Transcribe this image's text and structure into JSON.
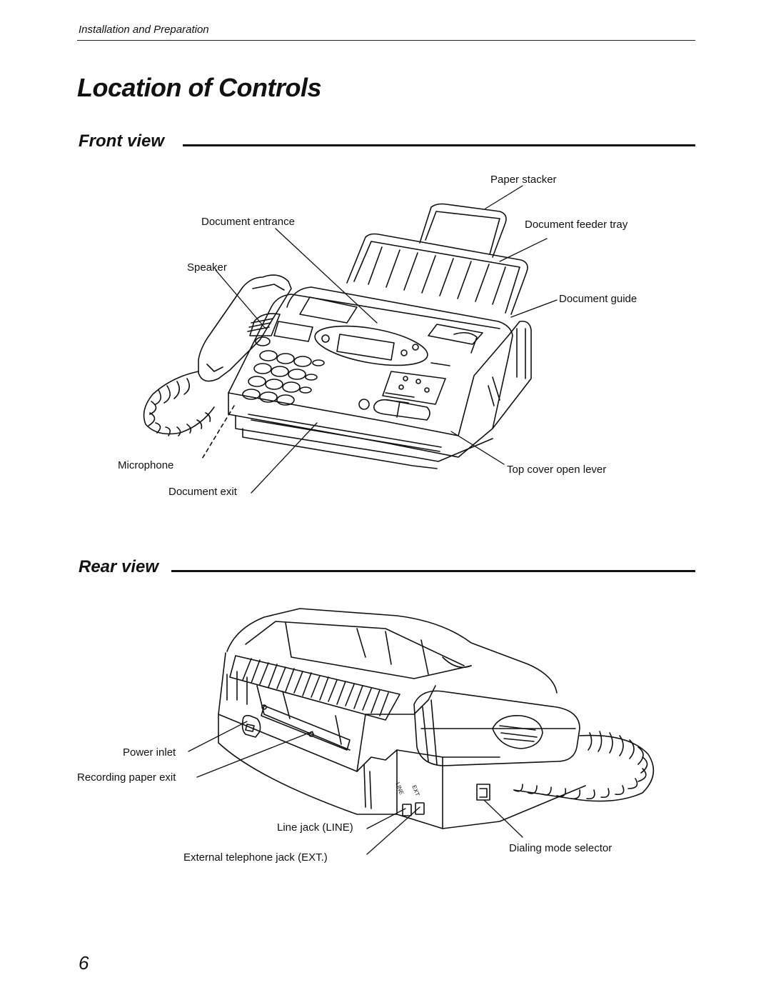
{
  "header": {
    "section_title": "Installation and Preparation"
  },
  "page_title": "Location of Controls",
  "front_view": {
    "heading": "Front view",
    "labels": {
      "paper_stacker": "Paper stacker",
      "document_entrance": "Document entrance",
      "document_feeder_tray": "Document feeder tray",
      "speaker": "Speaker",
      "document_guide": "Document guide",
      "microphone": "Microphone",
      "top_cover_open_lever": "Top cover open lever",
      "document_exit": "Document exit"
    }
  },
  "rear_view": {
    "heading": "Rear view",
    "labels": {
      "power_inlet": "Power inlet",
      "recording_paper_exit": "Recording paper exit",
      "line_jack": "Line jack (LINE)",
      "external_telephone_jack": "External telephone jack (EXT.)",
      "dialing_mode_selector": "Dialing mode selector",
      "jack_line_marking": "LINE",
      "jack_ext_marking": "EXT"
    }
  },
  "page_number": "6"
}
